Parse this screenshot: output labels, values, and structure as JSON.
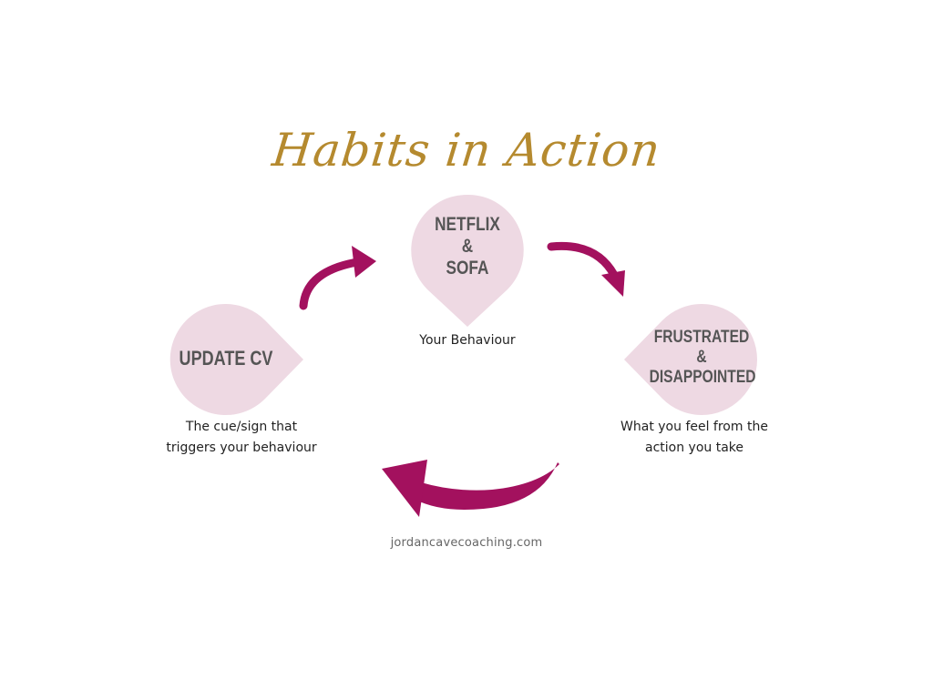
{
  "title": "Habits in Action",
  "nodes": {
    "top": {
      "lines": [
        "NETFLIX",
        "&",
        "SOFA"
      ],
      "caption": "Your Behaviour"
    },
    "left": {
      "lines": [
        "UPDATE CV"
      ],
      "caption_lines": [
        "The cue/sign that",
        "triggers your behaviour"
      ]
    },
    "right": {
      "lines": [
        "FRUSTRATED",
        "&",
        "DISAPPOINTED"
      ],
      "caption_lines": [
        "What you feel from the",
        "action you take"
      ]
    }
  },
  "footer": "jordancavecoaching.com",
  "colors": {
    "title": "#b58a2f",
    "shape_fill": "#eed9e3",
    "arrow": "#a3115e",
    "node_text": "#555555"
  }
}
